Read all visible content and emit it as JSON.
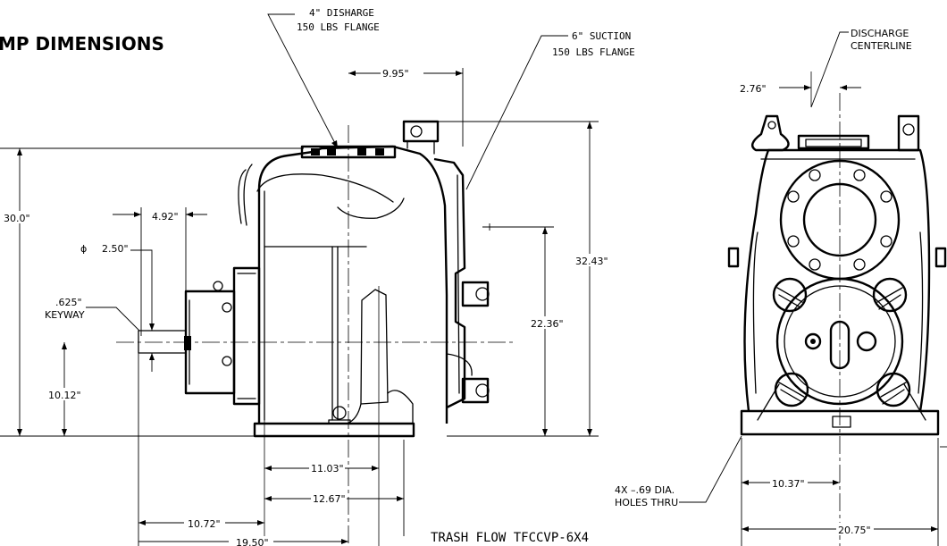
{
  "title": "MP DIMENSIONS",
  "caption": "TRASH FLOW  TFCCVP-6X4",
  "side_view": {
    "discharge_callout": [
      "4\" DISHARGE",
      "150 LBS FLANGE"
    ],
    "suction_callout": [
      "6\" SUCTION",
      "150 LBS FLANGE"
    ],
    "dim_9_95": "9.95\"",
    "dim_30_0": "30.0\"",
    "dim_4_92": "4.92\"",
    "dim_shaft_dia": "2.50\"",
    "dim_keyway": [
      ".625\"",
      "KEYWAY"
    ],
    "dim_32_43": "32.43\"",
    "dim_22_36": "22.36\"",
    "dim_10_12": "10.12\"",
    "dim_11_03": "11.03\"",
    "dim_12_67": "12.67\"",
    "dim_10_72": "10.72\"",
    "dim_19_50": "19.50\""
  },
  "front_view": {
    "discharge_centerline": [
      "DISCHARGE",
      "CENTERLINE"
    ],
    "dim_2_76": "2.76\"",
    "holes_note": [
      "4X –.69 DIA.",
      "HOLES THRU"
    ],
    "dim_10_37": "10.37\"",
    "dim_20_75": "20.75\""
  },
  "diameter_symbol": "ϕ"
}
